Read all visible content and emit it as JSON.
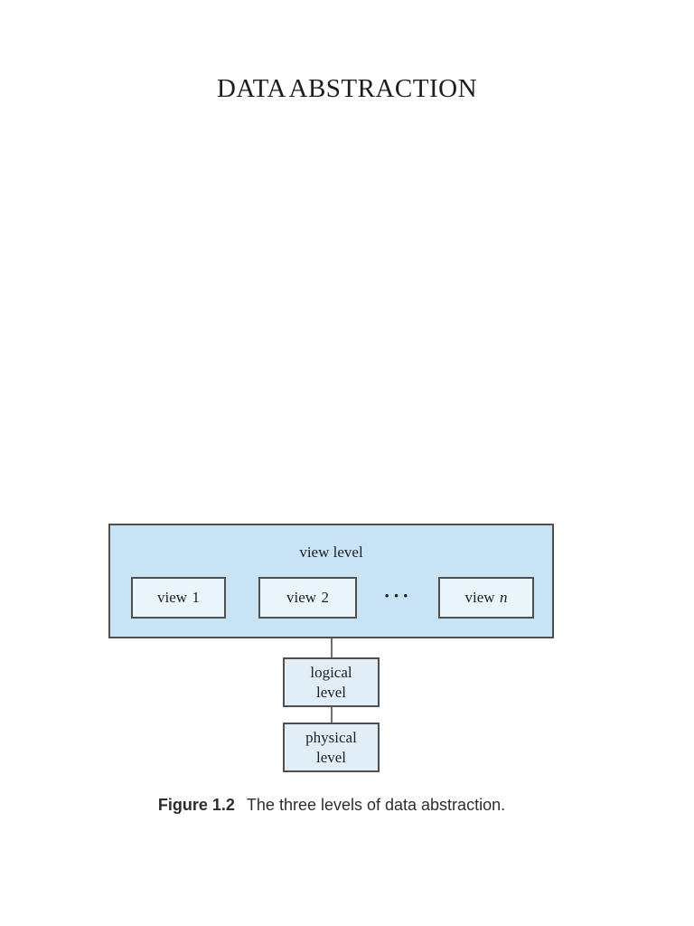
{
  "page": {
    "title": "DATA ABSTRACTION"
  },
  "diagram": {
    "view_level_label": "view level",
    "views": [
      {
        "text": "view",
        "var": "1"
      },
      {
        "text": "view",
        "var": "2"
      },
      {
        "text": "view",
        "var": "n"
      }
    ],
    "ellipsis": "···",
    "levels": [
      {
        "line1": "logical",
        "line2": "level"
      },
      {
        "line1": "physical",
        "line2": "level"
      }
    ]
  },
  "caption": {
    "label": "Figure 1.2",
    "text": "The three levels of data abstraction."
  },
  "colors": {
    "outer-fill": "#c8e4f4",
    "view-fill": "#eaf4fb",
    "level-fill": "#e1eef7",
    "box-border": "#4f4f4f",
    "connector": "#707070",
    "diagram-text": "#1e1e28",
    "title-color": "#1d1d1d",
    "caption-color": "#2d2d2d"
  }
}
